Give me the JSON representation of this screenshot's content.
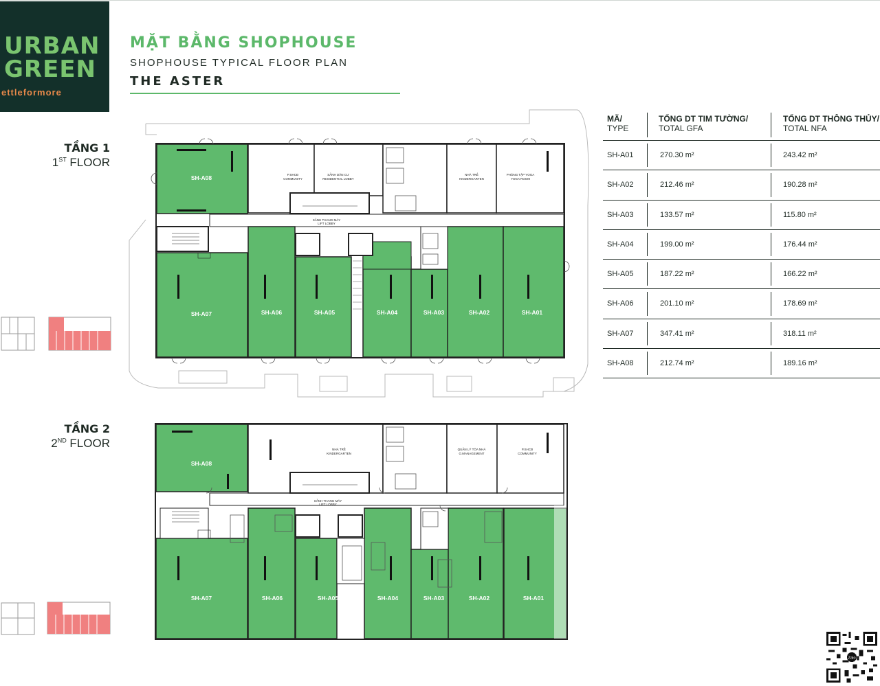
{
  "brand": {
    "line1": "URBAN",
    "line2": "GREEN",
    "tagline": "ettleformore"
  },
  "title": {
    "vn": "MẶT BẰNG SHOPHOUSE",
    "en": "SHOPHOUSE TYPICAL FLOOR PLAN",
    "building": "THE ASTER"
  },
  "floors": [
    {
      "vn": "TẦNG 1",
      "num": "1",
      "sup": "ST",
      "en": " FLOOR"
    },
    {
      "vn": "TẦNG 2",
      "num": "2",
      "sup": "ND",
      "en": " FLOOR"
    }
  ],
  "floor1": {
    "units": [
      "SH-A08",
      "SH-A07",
      "SH-A06",
      "SH-A05",
      "SH-A04",
      "SH-A03",
      "SH-A02",
      "SH-A01"
    ],
    "rooms": [
      "P.SHCĐ",
      "COMMUNITY",
      "SẢNH DÂN CƯ",
      "RESIDENTIAL LOBBY",
      "NHÀ TRẺ",
      "KINDERGARTEN",
      "PHÒNG TẬP YOGA",
      "YOGA ROOM",
      "SẢNH THANG MÁY",
      "LIFT LOBBY"
    ]
  },
  "floor2": {
    "units": [
      "SH-A08",
      "SH-A07",
      "SH-A06",
      "SH-A05",
      "SH-A04",
      "SH-A03",
      "SH-A02",
      "SH-A01"
    ],
    "rooms": [
      "NHÀ TRẺ",
      "KINDERGARTEN",
      "QUẢN LÝ TÒA NHÀ",
      "O.MANAGEMENT",
      "P.SHCĐ",
      "COMMUNITY",
      "SẢNH THANG MÁY",
      "LIFT LOBBY"
    ]
  },
  "table": {
    "headers": [
      {
        "l1": "MÃ/",
        "l2": "TYPE"
      },
      {
        "l1": "TỔNG DT TIM TƯỜNG/",
        "l2": "TOTAL GFA"
      },
      {
        "l1": "TỔNG DT THÔNG THỦY/",
        "l2": "TOTAL NFA"
      }
    ],
    "rows": [
      {
        "type": "SH-A01",
        "gfa": "270.30 m²",
        "nfa": "243.42 m²"
      },
      {
        "type": "SH-A02",
        "gfa": "212.46 m²",
        "nfa": "190.28 m²"
      },
      {
        "type": "SH-A03",
        "gfa": "133.57 m²",
        "nfa": "115.80 m²"
      },
      {
        "type": "SH-A04",
        "gfa": "199.00 m²",
        "nfa": "176.44 m²"
      },
      {
        "type": "SH-A05",
        "gfa": "187.22 m²",
        "nfa": "166.22 m²"
      },
      {
        "type": "SH-A06",
        "gfa": "201.10 m²",
        "nfa": "178.69 m²"
      },
      {
        "type": "SH-A07",
        "gfa": "347.41 m²",
        "nfa": "318.11 m²"
      },
      {
        "type": "SH-A08",
        "gfa": "212.74 m²",
        "nfa": "189.16 m²"
      }
    ]
  },
  "qr_badge": "Zalo",
  "colors": {
    "unit_green": "#5fba6d",
    "accent_green": "#5cb86a",
    "logo_bg": "#13302a",
    "key_plan_red": "#f08080",
    "wall": "#222222"
  }
}
